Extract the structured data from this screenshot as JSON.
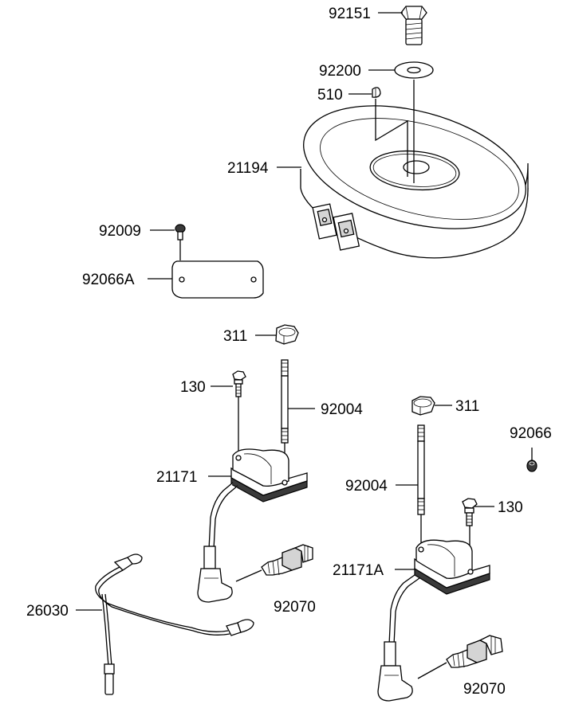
{
  "parts": [
    {
      "id": "bolt-top",
      "number": "92151"
    },
    {
      "id": "washer-top",
      "number": "92200"
    },
    {
      "id": "key",
      "number": "510"
    },
    {
      "id": "flywheel",
      "number": "21194"
    },
    {
      "id": "screw-small",
      "number": "92009"
    },
    {
      "id": "plate",
      "number": "92066A"
    },
    {
      "id": "nut-left",
      "number": "311"
    },
    {
      "id": "bolt-left",
      "number": "130"
    },
    {
      "id": "stud-left",
      "number": "92004"
    },
    {
      "id": "coil-left",
      "number": "21171"
    },
    {
      "id": "nut-right",
      "number": "311"
    },
    {
      "id": "grommet",
      "number": "92066"
    },
    {
      "id": "stud-right",
      "number": "92004"
    },
    {
      "id": "bolt-right",
      "number": "130"
    },
    {
      "id": "coil-right",
      "number": "21171A"
    },
    {
      "id": "wire-harness",
      "number": "26030"
    },
    {
      "id": "spark-plug-left",
      "number": "92070"
    },
    {
      "id": "spark-plug-right",
      "number": "92070"
    }
  ]
}
